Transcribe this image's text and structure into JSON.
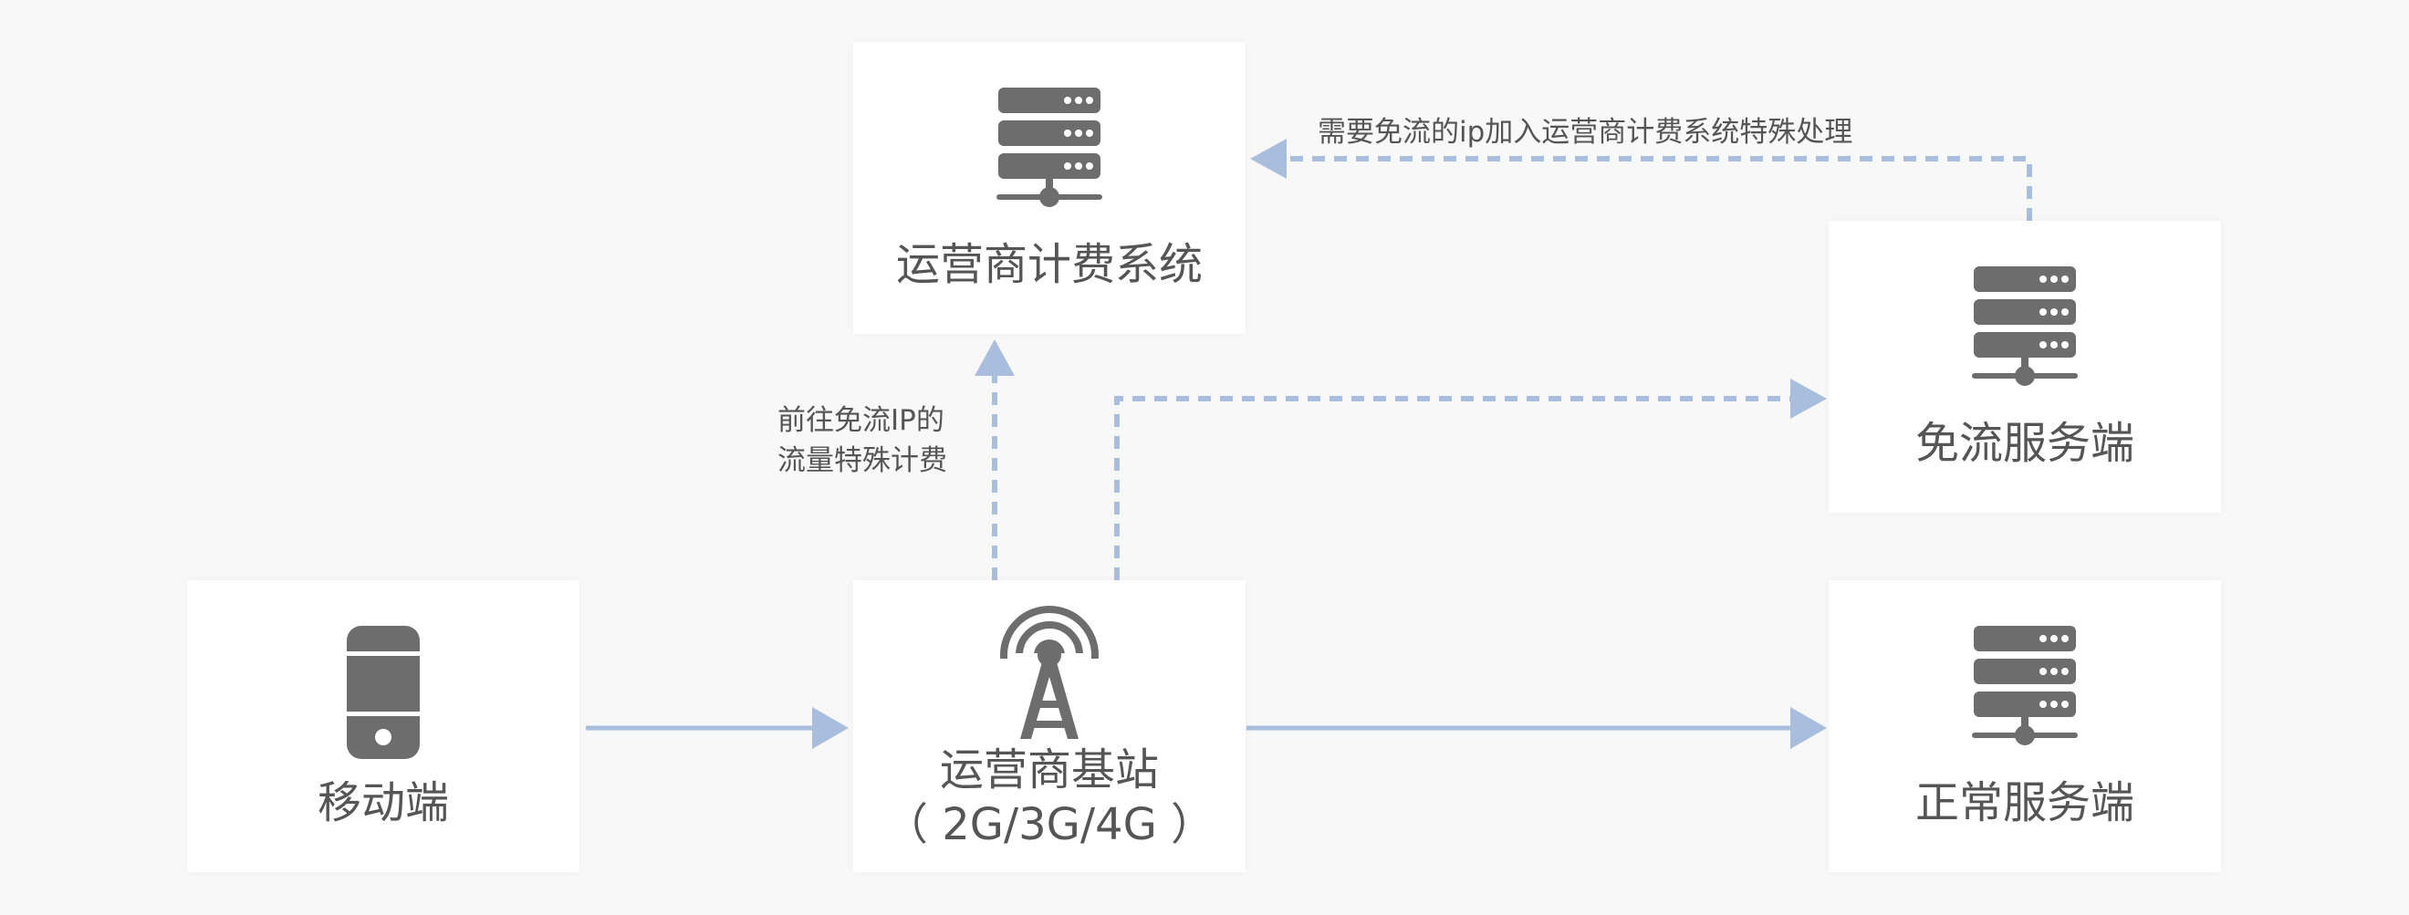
{
  "nodes": {
    "billing": {
      "label": "运营商计费系统"
    },
    "free_server": {
      "label": "免流服务端"
    },
    "mobile": {
      "label": "移动端"
    },
    "base_station": {
      "label_line1": "运营商基站",
      "label_line2": "（ 2G/3G/4G ）"
    },
    "normal_server": {
      "label": "正常服务端"
    }
  },
  "annotations": {
    "free_ip_to_billing": "需要免流的ip加入运营商计费系统特殊处理",
    "special_billing_line1": "前往免流IP的",
    "special_billing_line2": "流量特殊计费"
  },
  "colors": {
    "background": "#f8f8f8",
    "box": "#ffffff",
    "icon": "#6d6d6d",
    "arrow": "#a9bedc",
    "text": "#555555"
  }
}
